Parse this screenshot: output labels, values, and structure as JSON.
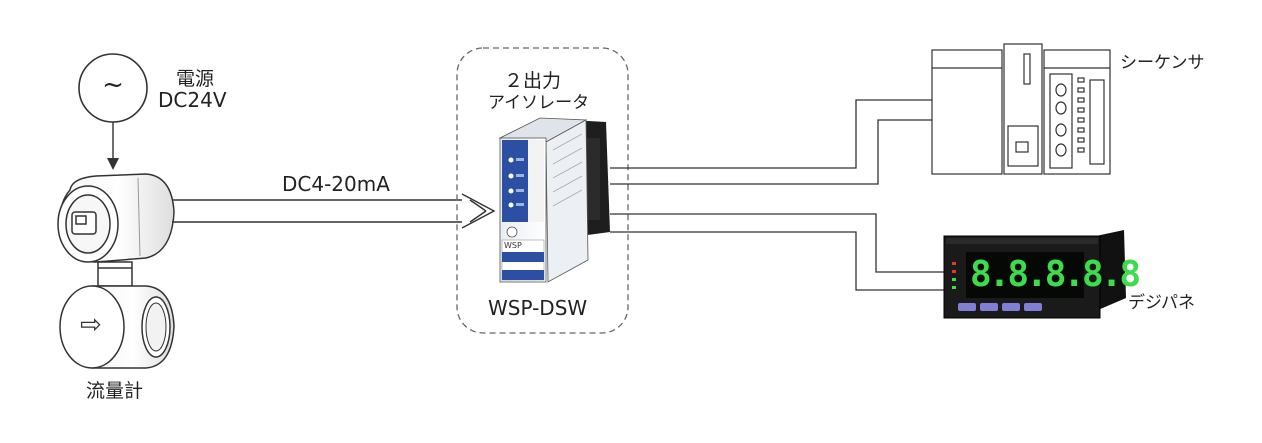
{
  "power": {
    "label": "電源",
    "spec": "DC24V",
    "symbol": "~"
  },
  "signal": {
    "label": "DC4-20mA"
  },
  "flowmeter": {
    "label": "流量計",
    "arrow": "⇨"
  },
  "isolator": {
    "title_line1": "２出力",
    "title_line2": "アイソレータ",
    "model": "WSP-DSW",
    "face_text": "WSP"
  },
  "plc": {
    "label": "シーケンサ"
  },
  "panel_meter": {
    "label": "デジパネ",
    "display": "8.8.8.8.8",
    "display_color": "#3ddc4a"
  },
  "colors": {
    "line": "#333333",
    "isolator_blue": "#2c4fa3",
    "bezel": "#1a1a1a",
    "button": "#7f7fd6"
  }
}
